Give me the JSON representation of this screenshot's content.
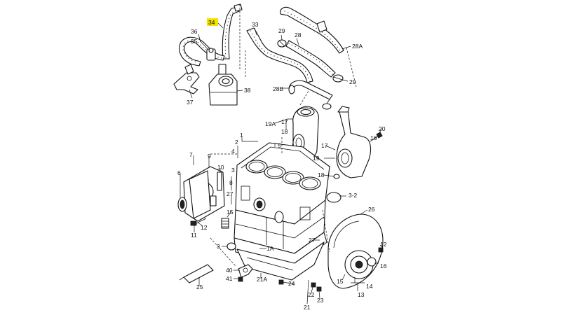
{
  "colors": {
    "background": "#ffffff",
    "line": "#111111",
    "highlight": "#f5e400"
  },
  "highlighted_label": "34",
  "callouts": {
    "c34": "34",
    "c36": "36",
    "c35": "35",
    "c37": "37",
    "c38": "38",
    "c33": "33",
    "c29a": "29",
    "c28": "28",
    "c28A": "28A",
    "c29b": "29",
    "c28B": "28B",
    "c19A": "19A",
    "c17a": "17",
    "c18a": "18",
    "c17b": "17",
    "c19": "19",
    "c18b": "18",
    "c20": "20",
    "c16a": "16",
    "c1": "1",
    "c2": "2",
    "c3": "3",
    "c4": "4",
    "c5": "5",
    "c7": "7",
    "c9": "9",
    "c6": "6",
    "c10": "10",
    "c8": "8",
    "c27a": "27",
    "c15": "15",
    "c12a": "12",
    "c11": "11",
    "c3b": "3",
    "c32": "3-2",
    "c26": "26",
    "c1A": "1A",
    "c27b": "27",
    "c16b": "16",
    "c12b": "12",
    "c14": "14",
    "c13": "13",
    "c15b": "15",
    "c40": "40",
    "c41": "41",
    "c21A": "21A",
    "c24": "24",
    "c25": "25",
    "c22": "22",
    "c23": "23",
    "c21": "21"
  }
}
